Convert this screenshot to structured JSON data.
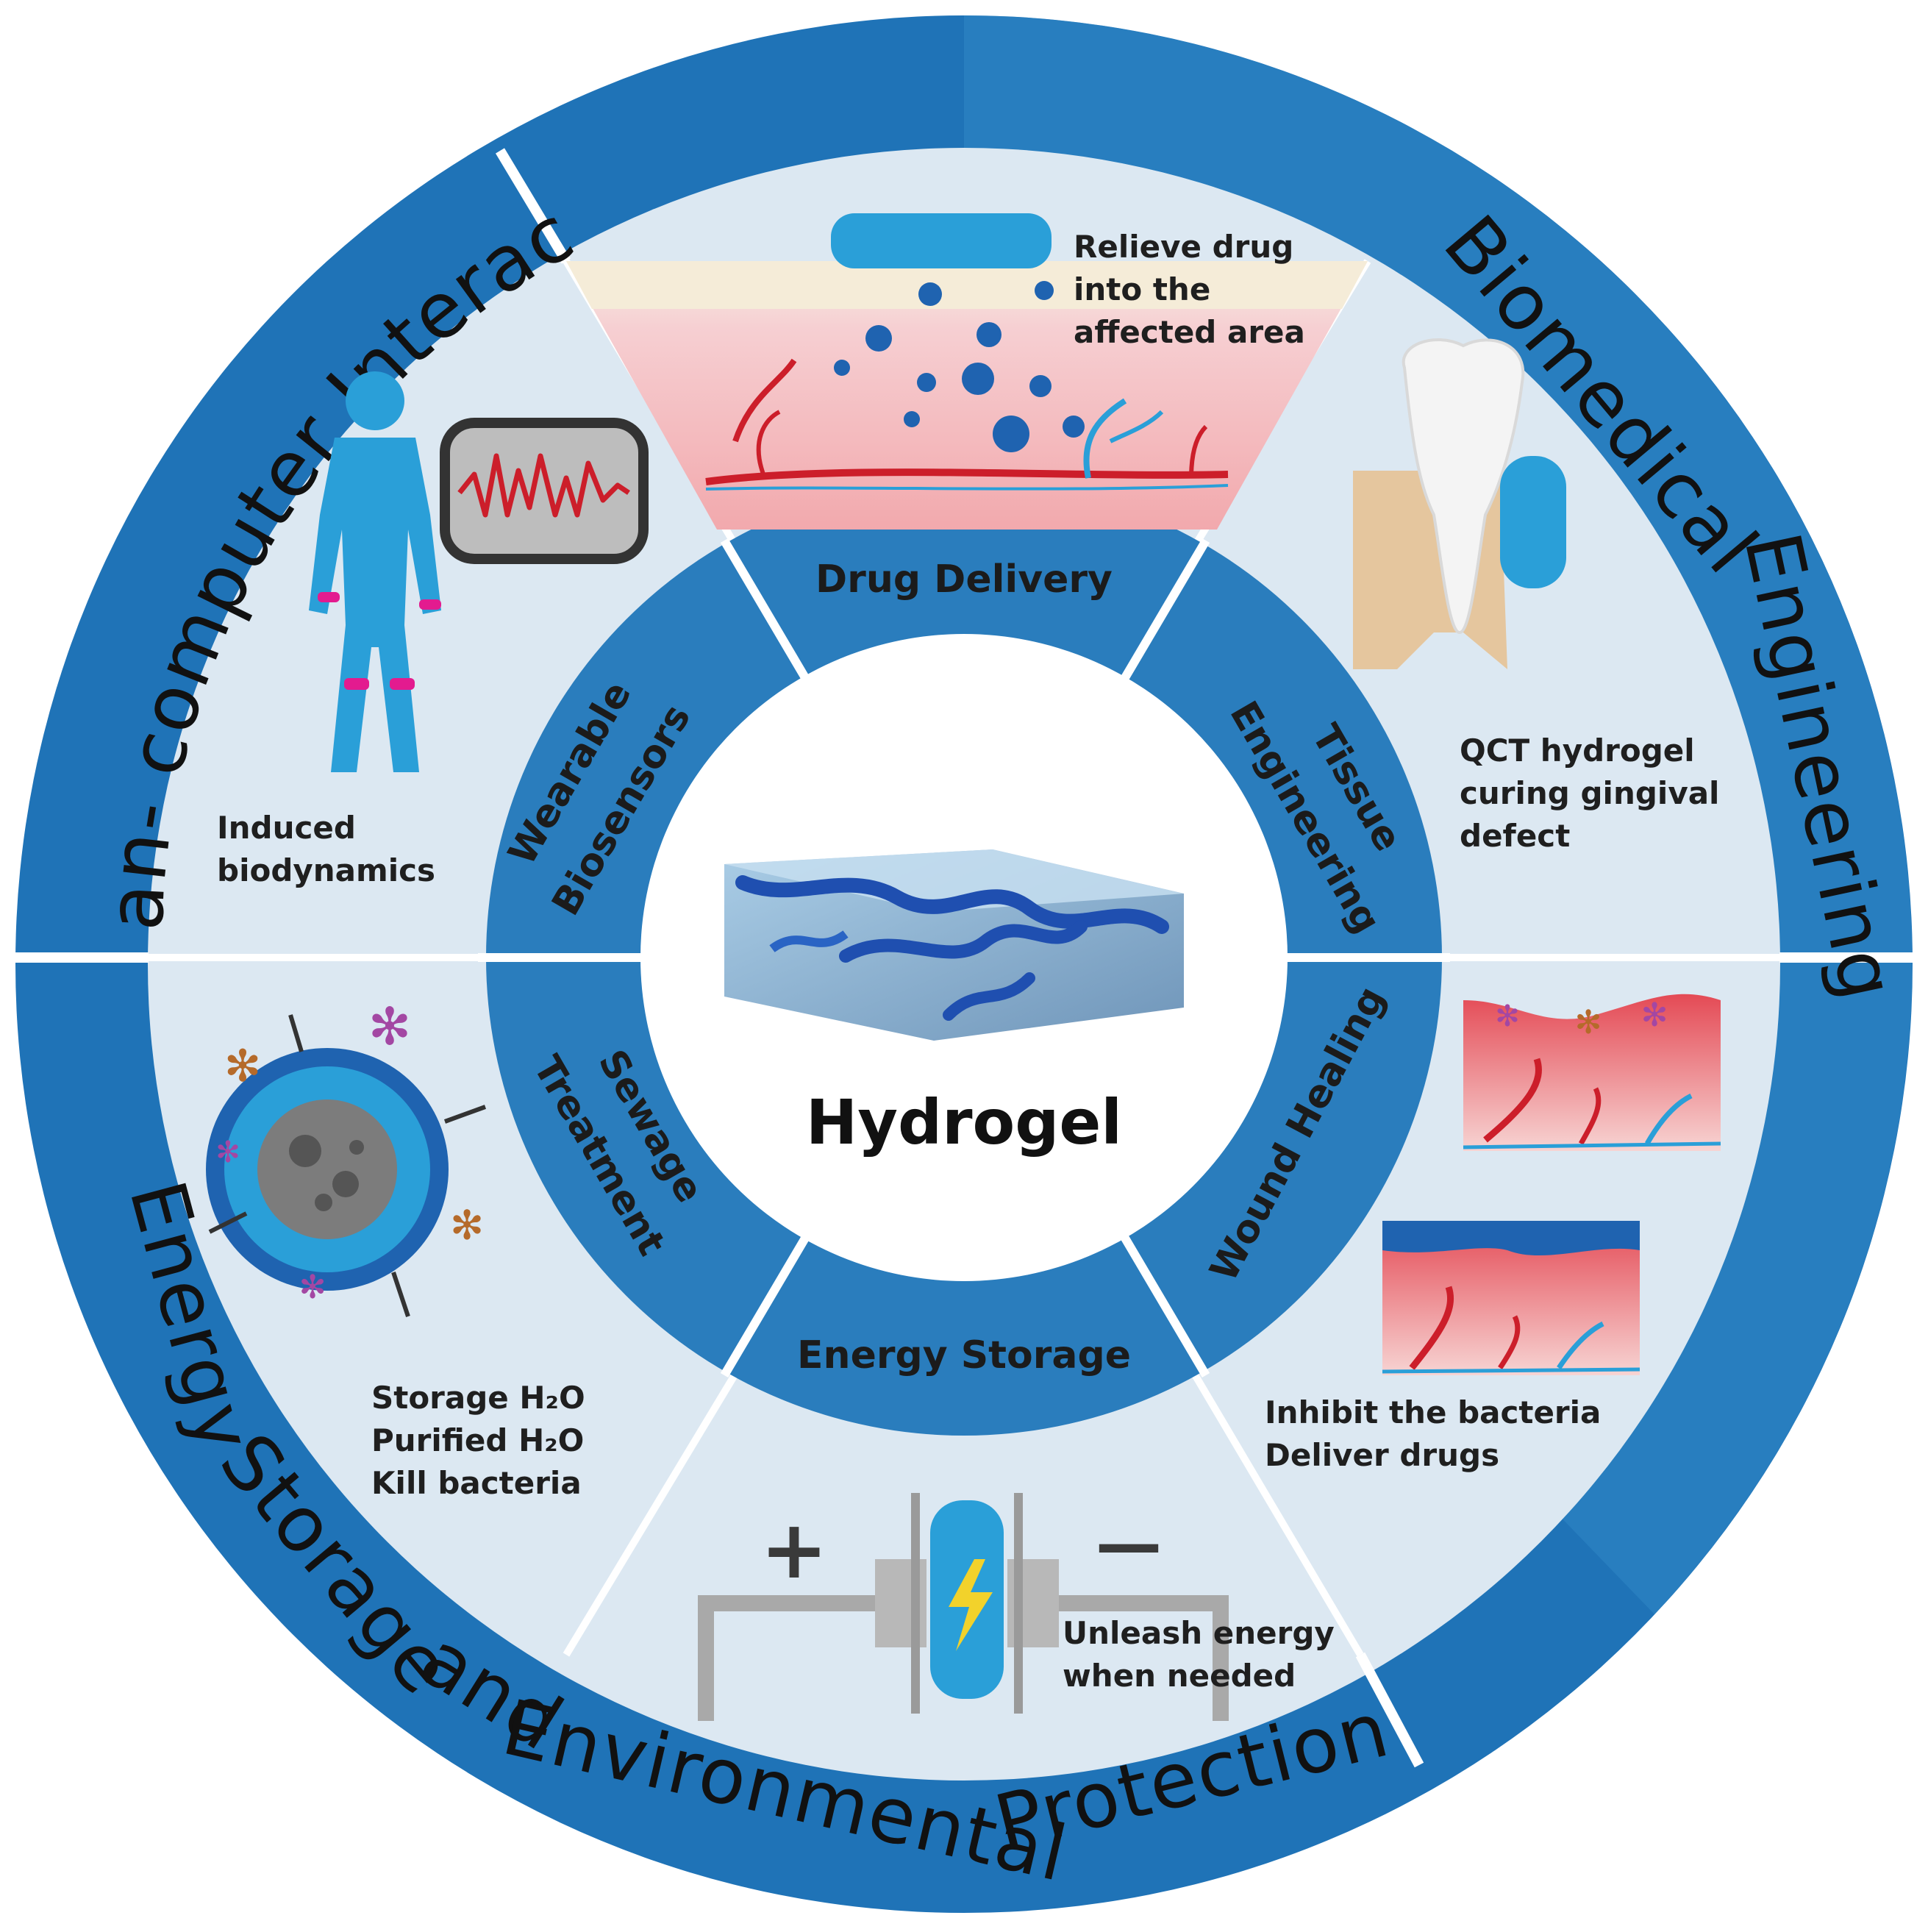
{
  "center": {
    "title": "Hydrogel"
  },
  "outer_ring": {
    "human_computer": "Human- computer Interaction",
    "biomedical_1": "Biomedical",
    "biomedical_2": "Engineering",
    "energy_1": "Energy",
    "energy_2": "Storage",
    "energy_3": "and",
    "energy_4": "Environmental",
    "energy_5": "Protection"
  },
  "inner_ring": {
    "drug_delivery": "Drug Delivery",
    "tissue_1": "Tissue",
    "tissue_2": "Engineering",
    "wound_healing": "Wound Healing",
    "energy_storage": "Energy  Storage",
    "sewage_1": "Sewage",
    "sewage_2": "Treatment",
    "wearable_1": "Wearable",
    "wearable_2": "Biosensors"
  },
  "notes": {
    "drug": [
      "Relieve drug",
      "into the",
      "affected area"
    ],
    "tissue": [
      "QCT hydrogel",
      "curing gingival",
      "defect"
    ],
    "wound": [
      "Inhibit the bacteria",
      "Deliver drugs"
    ],
    "energy": [
      "Unleash energy",
      "when needed"
    ],
    "sewage": [
      "Storage H₂O",
      "Purified H₂O",
      "Kill bacteria"
    ],
    "wearable": [
      "Induced",
      "biodynamics"
    ]
  },
  "battery": {
    "plus": "+",
    "minus": "—"
  },
  "colors": {
    "outer_ring": "#1f73b7",
    "outer_ring_dark": "#165f9f",
    "inner_ring": "#2a7dbd",
    "sector_bg": "#dce8f2",
    "center_bg": "#ffffff",
    "divider": "#ffffff",
    "blood_red": "#cc1e2a",
    "hydrogel_blue": "#2a9fd8",
    "skin_pink": "#f4b8bb"
  }
}
